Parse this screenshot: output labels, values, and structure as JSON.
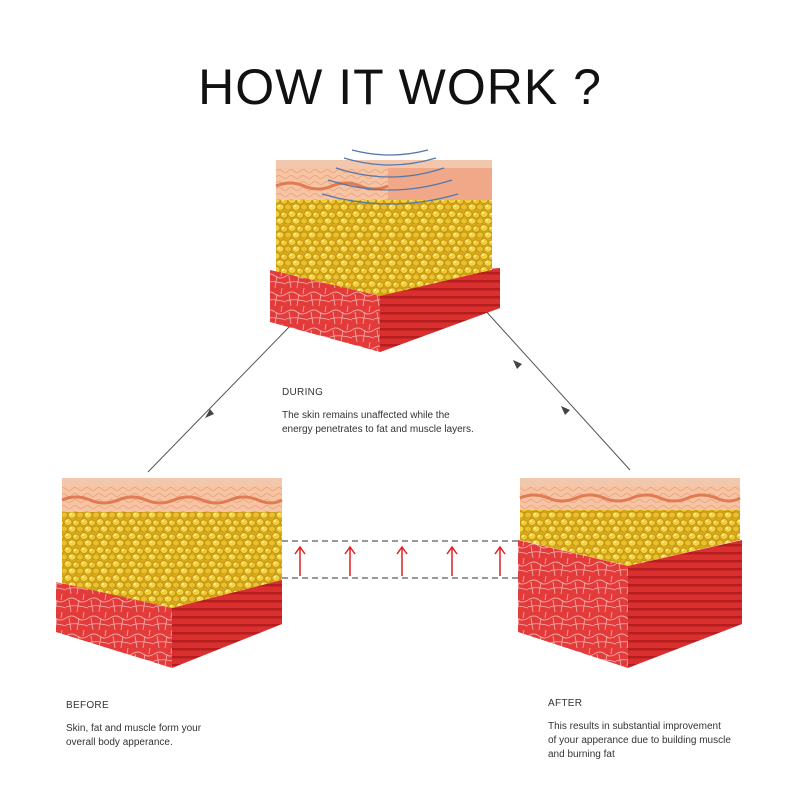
{
  "title": "HOW IT WORK ?",
  "stages": {
    "during": {
      "heading": "DURING",
      "description_line1": "The skin remains unaffected while the",
      "description_line2": "energy penetrates to fat and muscle layers."
    },
    "before": {
      "heading": "BEFORE",
      "description_line1": "Skin, fat and muscle form your",
      "description_line2": "overall body apperance."
    },
    "after": {
      "heading": "AFTER",
      "description_line1": "This results in substantial improvement",
      "description_line2": "of your apperance due to building muscle",
      "description_line3": "and burning fat"
    }
  },
  "colors": {
    "skin": "#f4b995",
    "skin_top": "#f1c7ad",
    "fat": "#e3b924",
    "muscle": "#e43a3a",
    "muscle_side": "#c92424",
    "arrow": "#e02020",
    "line": "#555555"
  }
}
